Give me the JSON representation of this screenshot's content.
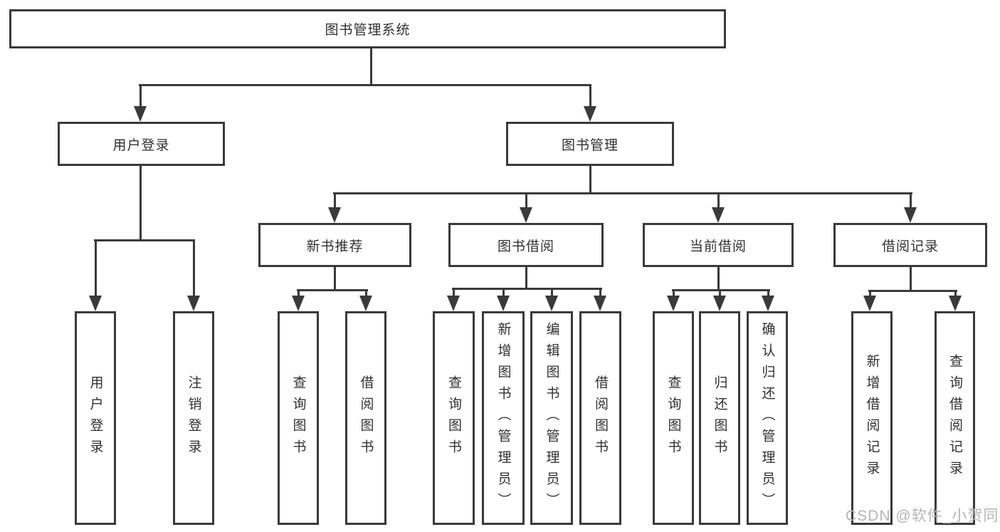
{
  "root": {
    "label": "图书管理系统"
  },
  "user_login": {
    "label": "用户登录",
    "children": [
      {
        "label": "用户登录"
      },
      {
        "label": "注销登录"
      }
    ]
  },
  "book_mgmt": {
    "label": "图书管理",
    "groups": [
      {
        "label": "新书推荐",
        "children": [
          {
            "label": "查询图书"
          },
          {
            "label": "借阅图书"
          }
        ]
      },
      {
        "label": "图书借阅",
        "children": [
          {
            "label": "查询图书"
          },
          {
            "label": "新增图书（管理员）"
          },
          {
            "label": "编辑图书（管理员）"
          },
          {
            "label": "借阅图书"
          }
        ]
      },
      {
        "label": "当前借阅",
        "children": [
          {
            "label": "查询图书"
          },
          {
            "label": "归还图书"
          },
          {
            "label": "确认归还（管理员）"
          }
        ]
      },
      {
        "label": "借阅记录",
        "children": [
          {
            "label": "新增借阅记录"
          },
          {
            "label": "查询借阅记录"
          }
        ]
      }
    ]
  },
  "watermark": "CSDN @软件_小贺同学",
  "colors": {
    "line": "#3a3a3a",
    "text": "#303030",
    "watermark": "#b5b5b5",
    "background": "#ffffff"
  }
}
